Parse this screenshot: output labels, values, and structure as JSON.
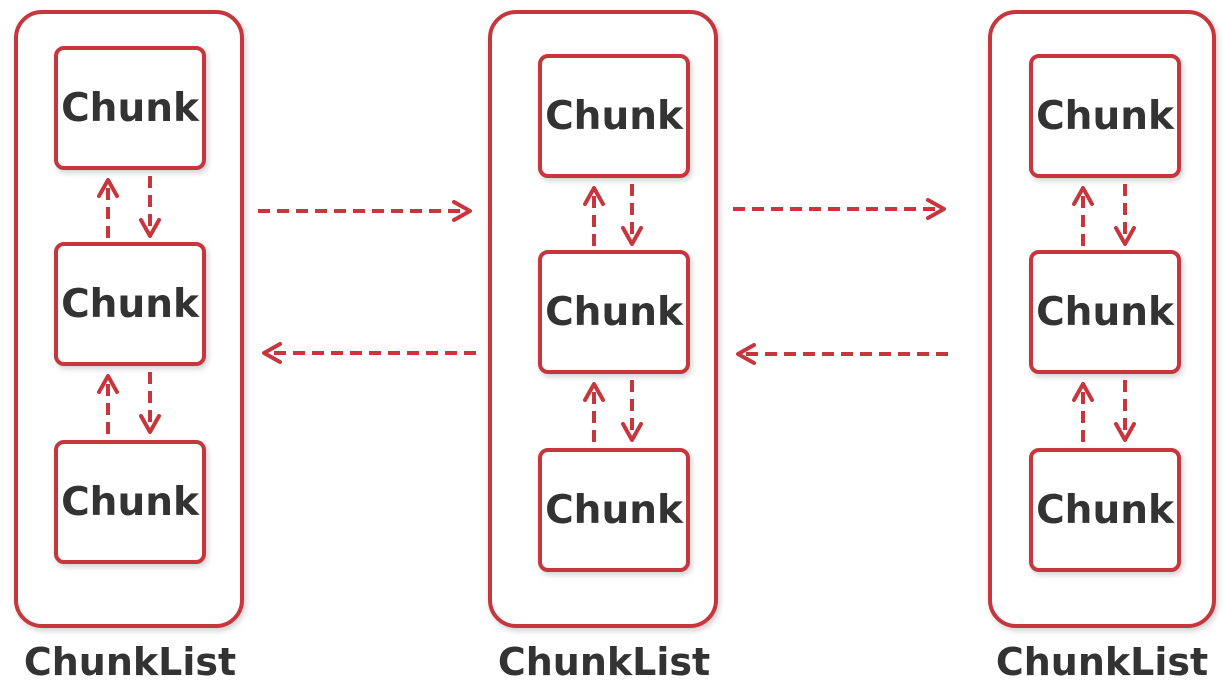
{
  "diagram": {
    "lists": [
      {
        "label": "ChunkList",
        "chunks": [
          "Chunk",
          "Chunk",
          "Chunk"
        ]
      },
      {
        "label": "ChunkList",
        "chunks": [
          "Chunk",
          "Chunk",
          "Chunk"
        ]
      },
      {
        "label": "ChunkList",
        "chunks": [
          "Chunk",
          "Chunk",
          "Chunk"
        ]
      }
    ],
    "colors": {
      "accent": "#c8363d",
      "text": "#333333"
    }
  }
}
